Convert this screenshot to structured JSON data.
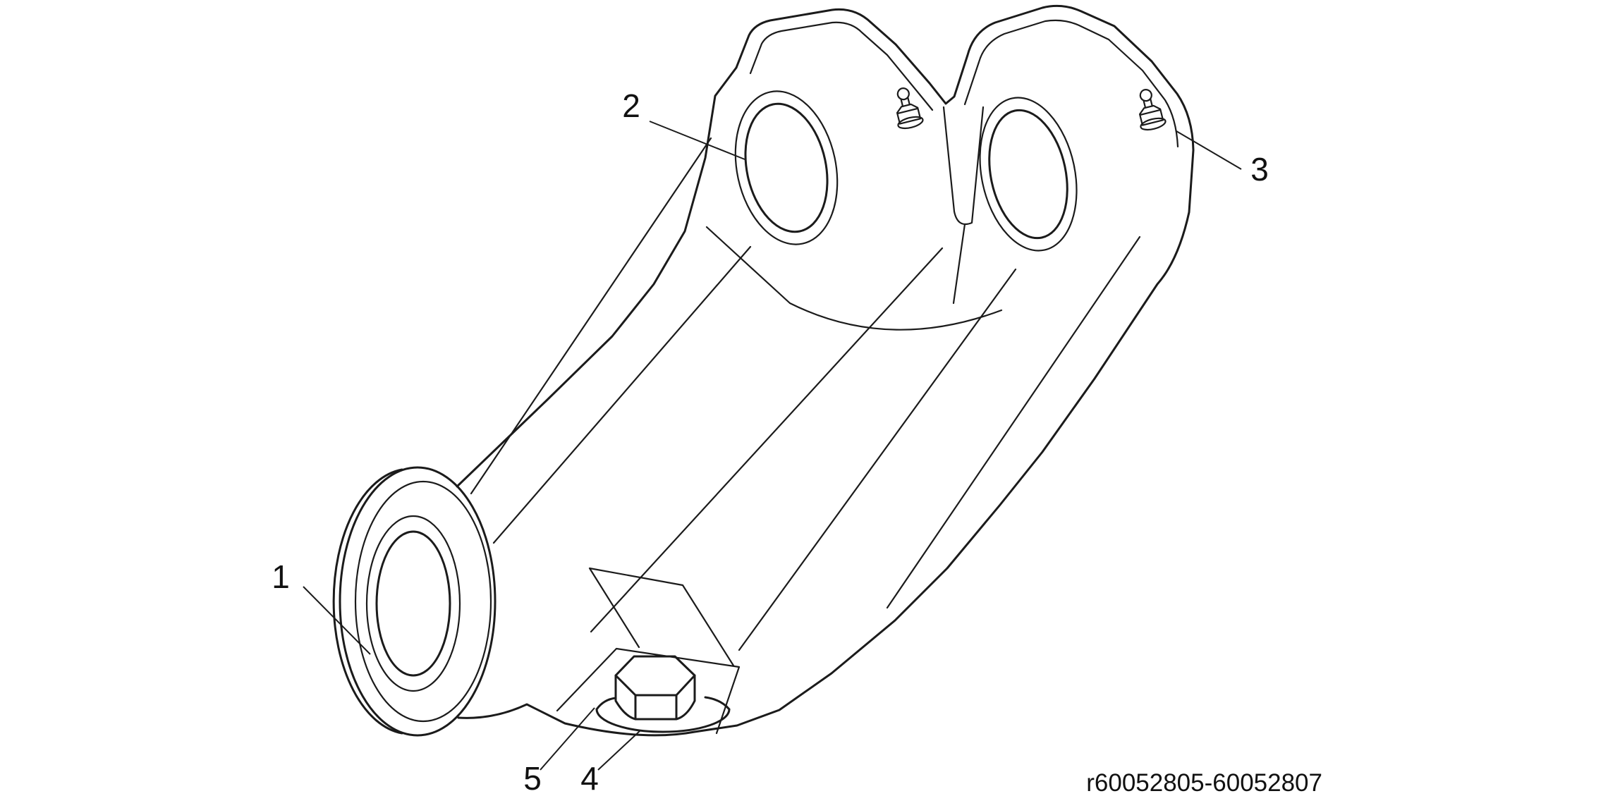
{
  "figure": {
    "background_color": "#ffffff",
    "line_color": "#1b1b1b",
    "callouts": [
      {
        "number": "1"
      },
      {
        "number": "2"
      },
      {
        "number": "3"
      },
      {
        "number": "4"
      },
      {
        "number": "5"
      }
    ],
    "reference_code": "r60052805-60052807"
  }
}
